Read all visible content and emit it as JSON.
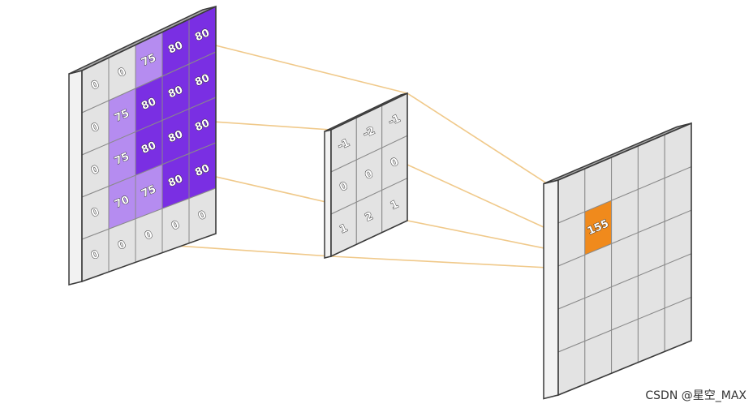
{
  "colors": {
    "cell_default": "#e3e3e3",
    "grid_line": "#8a8a8a",
    "dark_purple": "#7a2fe3",
    "light_purple": "#b58cf0",
    "highlight_orange": "#f08a1c",
    "connector": "#f0c98a",
    "slab_side": "#f2f2f2",
    "slab_top": "#a8a8a8",
    "border": "#3a3a3a"
  },
  "input_grid": {
    "values": [
      [
        "0",
        "0",
        "75",
        "80",
        "80"
      ],
      [
        "0",
        "75",
        "80",
        "80",
        "80"
      ],
      [
        "0",
        "75",
        "80",
        "80",
        "80"
      ],
      [
        "0",
        "70",
        "75",
        "80",
        "80"
      ],
      [
        "0",
        "0",
        "0",
        "0",
        "0"
      ]
    ],
    "fills": [
      [
        "none",
        "none",
        "light",
        "dark",
        "dark"
      ],
      [
        "none",
        "light",
        "dark",
        "dark",
        "dark"
      ],
      [
        "none",
        "light",
        "dark",
        "dark",
        "dark"
      ],
      [
        "none",
        "light",
        "light",
        "dark",
        "dark"
      ],
      [
        "none",
        "none",
        "none",
        "none",
        "none"
      ]
    ]
  },
  "kernel_grid": {
    "values": [
      [
        "-1",
        "-2",
        "-1"
      ],
      [
        "0",
        "0",
        "0"
      ],
      [
        "1",
        "2",
        "1"
      ]
    ]
  },
  "output_grid": {
    "rows": 5,
    "cols": 5,
    "highlight": {
      "row": 1,
      "col": 1,
      "value": "155"
    }
  },
  "watermark": "CSDN @星空_MAX"
}
